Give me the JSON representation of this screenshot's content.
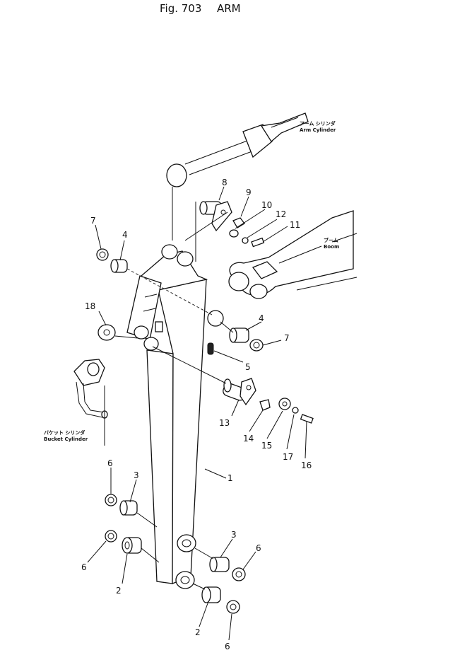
{
  "figure": {
    "title_fig": "Fig. 703",
    "title_name": "ARM"
  },
  "labels": {
    "arm_cylinder_jp": "アーム シリンダ",
    "arm_cylinder_en": "Arm Cylinder",
    "boom_jp": "ブーム",
    "boom_en": "Boom",
    "bucket_cylinder_jp": "バケット シリンダ",
    "bucket_cylinder_en": "Bucket Cylinder"
  },
  "callouts": {
    "c1": "1",
    "c2a": "2",
    "c2b": "2",
    "c3a": "3",
    "c3b": "3",
    "c4a": "4",
    "c4b": "4",
    "c5": "5",
    "c6a": "6",
    "c6b": "6",
    "c6c": "6",
    "c6d": "6",
    "c7a": "7",
    "c7b": "7",
    "c8": "8",
    "c9": "9",
    "c10": "10",
    "c11": "11",
    "c12": "12",
    "c13": "13",
    "c14": "14",
    "c15": "15",
    "c16": "16",
    "c17": "17",
    "c18": "18"
  }
}
